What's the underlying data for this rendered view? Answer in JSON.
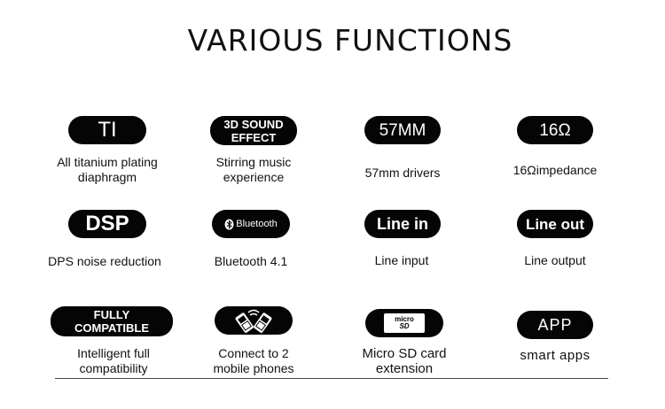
{
  "title": "VARIOUS FUNCTIONS",
  "features": [
    {
      "badge": [
        "TI"
      ],
      "caption": [
        "All titanium plating",
        "diaphragm"
      ]
    },
    {
      "badge": [
        "3D SOUND",
        "EFFECT"
      ],
      "caption": [
        "Stirring music",
        "experience"
      ]
    },
    {
      "badge": [
        "57MM"
      ],
      "caption": [
        "57mm drivers"
      ]
    },
    {
      "badge": [
        "16Ω"
      ],
      "caption": [
        "16Ωimpedance"
      ]
    },
    {
      "badge": [
        "DSP"
      ],
      "caption": [
        "DPS noise reduction"
      ]
    },
    {
      "badge_logo": "Bluetooth",
      "icon": "bluetooth-icon",
      "caption": [
        "Bluetooth 4.1"
      ]
    },
    {
      "badge": [
        "Line in"
      ],
      "caption": [
        "Line input"
      ]
    },
    {
      "badge": [
        "Line out"
      ],
      "caption": [
        "Line output"
      ]
    },
    {
      "badge": [
        "FULLY",
        "COMPATIBLE"
      ],
      "caption": [
        "Intelligent full",
        "compatibility"
      ]
    },
    {
      "icon": "dual-phone-icon",
      "caption": [
        "Connect to 2",
        "mobile phones"
      ]
    },
    {
      "badge_logo": [
        "micro",
        "SD"
      ],
      "icon": "micro-sd-icon",
      "caption": [
        "Micro SD card",
        "extension"
      ]
    },
    {
      "badge": [
        "APP"
      ],
      "caption": [
        "smart apps"
      ]
    }
  ],
  "colors": {
    "pill": "#050505",
    "text": "#111111",
    "background": "#ffffff"
  }
}
